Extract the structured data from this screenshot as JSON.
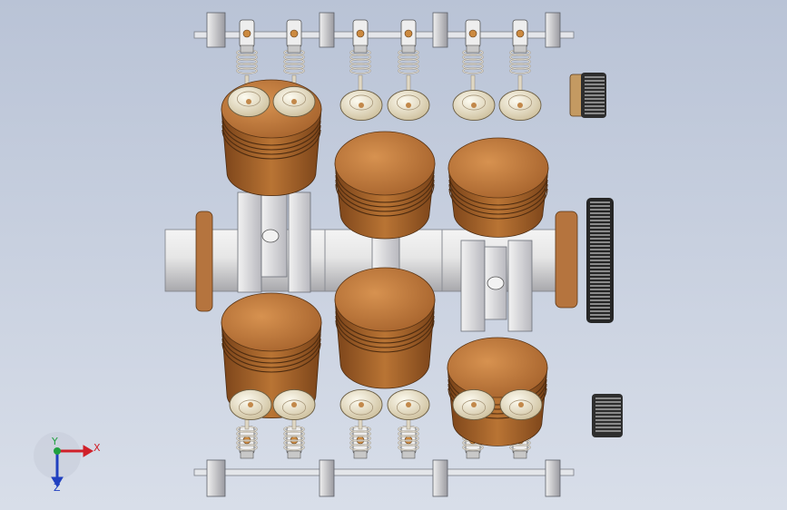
{
  "viewport": {
    "background_top": "#b9c3d6",
    "background_bottom": "#d8dee9"
  },
  "parts": {
    "piston_color": "#b9743a",
    "piston_dark": "#8a4f22",
    "valve_color": "#e8dcc0",
    "spring_color": "#d8d2c4",
    "metal_color": "#d9dde3",
    "gear_color": "#2b2b2b"
  },
  "triad": {
    "x_label": "X",
    "y_label": "Y",
    "z_label": "Z",
    "x_color": "#d0202a",
    "y_color": "#20a040",
    "z_color": "#2040c0"
  }
}
